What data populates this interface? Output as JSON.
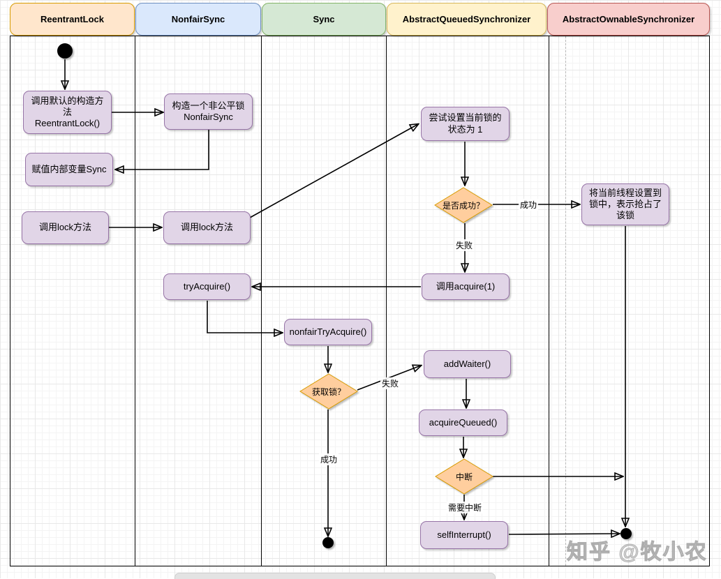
{
  "lanes": [
    {
      "label": "ReentrantLock",
      "fill": "#ffe6cc",
      "stroke": "#d79b00"
    },
    {
      "label": "NonfairSync",
      "fill": "#dae8fc",
      "stroke": "#6c8ebf"
    },
    {
      "label": "Sync",
      "fill": "#d5e8d4",
      "stroke": "#82b366"
    },
    {
      "label": "AbstractQueuedSynchronizer",
      "fill": "#fff2cc",
      "stroke": "#d6b656"
    },
    {
      "label": "AbstractOwnableSynchronizer",
      "fill": "#f8cecc",
      "stroke": "#b85450"
    }
  ],
  "nodes": {
    "ctor_default": {
      "label": "调用默认的构造方\n法\nReentrantLock()"
    },
    "build_nonfair": {
      "label": "构造一个非公平锁\nNonfairSync"
    },
    "assign_sync": {
      "label": "赋值内部变量Sync"
    },
    "lock_rl": {
      "label": "调用lock方法"
    },
    "lock_nfs": {
      "label": "调用lock方法"
    },
    "try_set_state": {
      "label": "尝试设置当前锁的\n状态为 1"
    },
    "set_owner": {
      "label": "将当前线程设置到\n锁中，表示抢占了\n该锁"
    },
    "call_acquire": {
      "label": "调用acquire(1)"
    },
    "try_acquire": {
      "label": "tryAcquire()"
    },
    "nonfair_try_acquire": {
      "label": "nonfairTryAcquire()"
    },
    "add_waiter": {
      "label": "addWaiter()"
    },
    "acquire_queued": {
      "label": "acquireQueued()"
    },
    "self_interrupt": {
      "label": "selfInterrupt()"
    }
  },
  "decisions": {
    "is_success": {
      "label": "是否成功？"
    },
    "got_lock": {
      "label": "获取锁？"
    },
    "interrupted": {
      "label": "中断"
    }
  },
  "edge_labels": {
    "success_top": "成功",
    "fail_top": "失败",
    "fail_mid": "失败",
    "success_down": "成功",
    "need_interrupt": "需要中断"
  },
  "watermark": "知乎 @牧小农",
  "colors": {
    "node_fill": "#e1d5e7",
    "node_stroke": "#9673a6",
    "decision_fill": "#ffce9e",
    "decision_stroke": "#d79b00",
    "edge_line": "#000000",
    "page_guide": "#b9b9b9"
  }
}
